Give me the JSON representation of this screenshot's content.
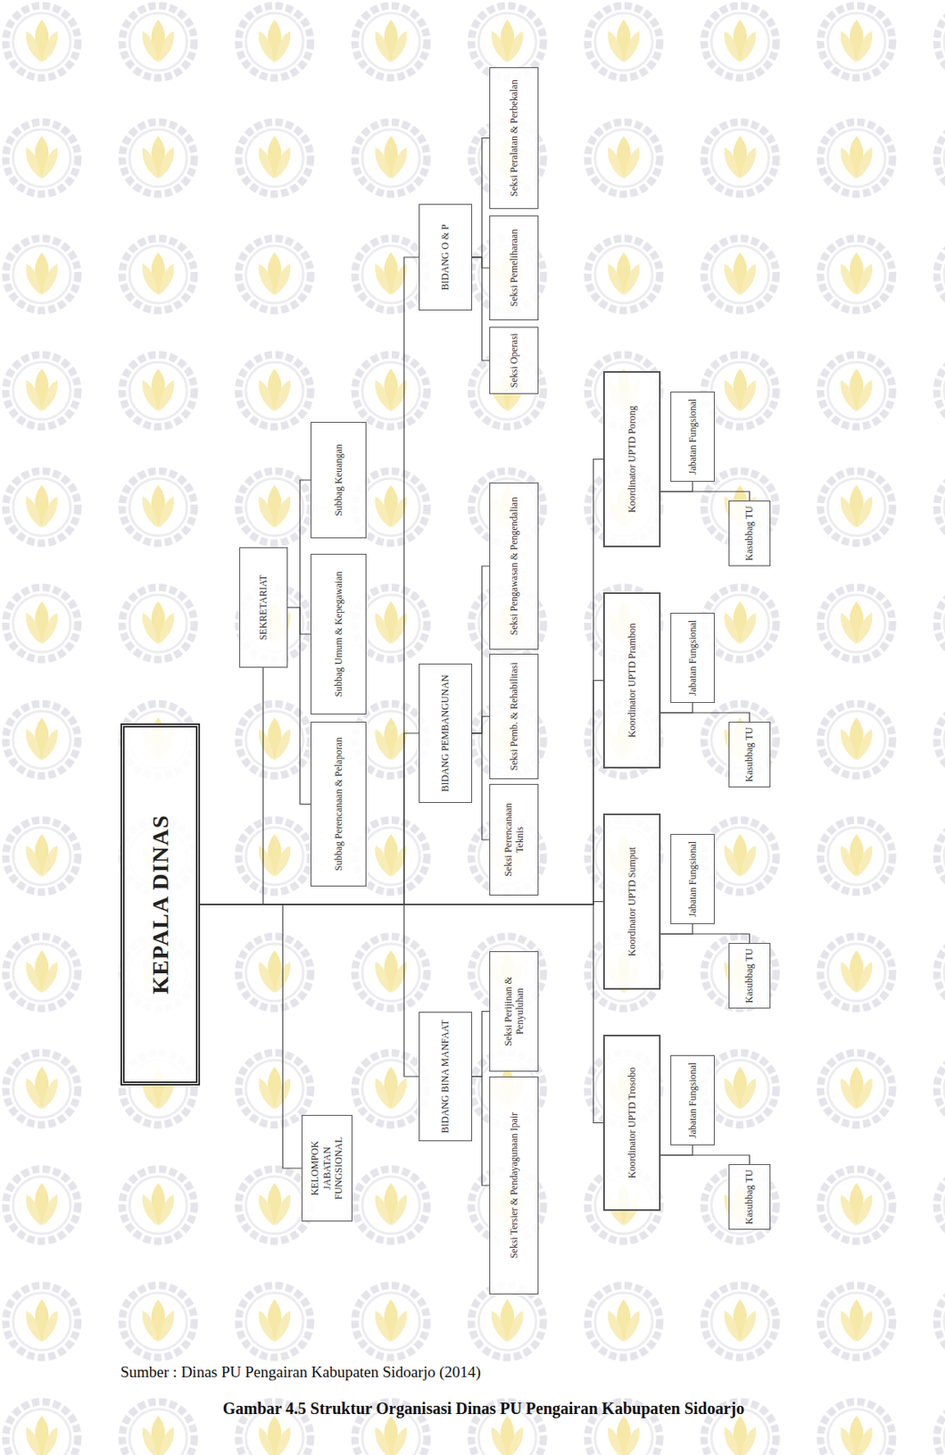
{
  "diagram": {
    "caption": "Gambar 4.5 Struktur Organisasi Dinas PU Pengairan Kabupaten Sidoarjo",
    "nodes": [
      {
        "text": [
          "KEPALA DINAS"
        ]
      },
      {
        "text": [
          "KELOMPOK JABATAN FUNGSIONAL"
        ]
      },
      {
        "text": [
          "SEKRETARIAT"
        ]
      },
      {
        "text": [
          "Subbag Perencanaan & Pelaporan"
        ]
      },
      {
        "text": [
          "Subbag Umum & Kepegawaian"
        ]
      },
      {
        "text": [
          "Subbag Keuangan"
        ]
      },
      {
        "text": [
          "BIDANG BINA MANFAAT"
        ]
      },
      {
        "text": [
          "Seksi Tersier & Pendayagunaan Ipair"
        ]
      },
      {
        "text": [
          "Seksi Perijinan & Penyuluhan"
        ]
      },
      {
        "text": [
          "BIDANG PEMBANGUNAN"
        ]
      },
      {
        "text": [
          "Seksi Perencanaan Teknis"
        ]
      },
      {
        "text": [
          "Seksi Pemb. & Rehabilitasi"
        ]
      },
      {
        "text": [
          "Seksi Pengawasan & Pengendalian"
        ]
      },
      {
        "text": [
          "BIDANG O & P"
        ]
      },
      {
        "text": [
          "Seksi Operasi"
        ]
      },
      {
        "text": [
          "Seksi Pemeliharaan"
        ]
      },
      {
        "text": [
          "Seksi Peralatan & Perbekalan"
        ]
      },
      {
        "text": [
          "Koordinator UPTD Trosobo"
        ]
      },
      {
        "text": [
          "Jabatan Fungsional"
        ]
      },
      {
        "text": [
          "Kasubbag TU"
        ]
      },
      {
        "text": [
          "Koordinator UPTD Sumput"
        ]
      },
      {
        "text": [
          "Jabatan Fungsional"
        ]
      },
      {
        "text": [
          "Kasubbag TU"
        ]
      },
      {
        "text": [
          "Koordinator UPTD Prambon"
        ]
      },
      {
        "text": [
          "Jabatan Fungsional"
        ]
      },
      {
        "text": [
          "Kasubbag TU"
        ]
      },
      {
        "text": [
          "Koordinator UPTD Porong"
        ]
      },
      {
        "text": [
          "Jabatan Fungsional"
        ]
      },
      {
        "text": [
          "Kasubbag TU"
        ]
      }
    ],
    "edges": [
      {
        "from": 0,
        "to": 1,
        "arrow": "none"
      },
      {
        "from": 0,
        "to": 2,
        "arrow": "none"
      },
      {
        "from": 2,
        "to": 3,
        "arrow": "none"
      },
      {
        "from": 2,
        "to": 4,
        "arrow": "none"
      },
      {
        "from": 2,
        "to": 5,
        "arrow": "none"
      },
      {
        "from": 0,
        "to": 6,
        "arrow": "none"
      },
      {
        "from": 6,
        "to": 7,
        "arrow": "none"
      },
      {
        "from": 6,
        "to": 8,
        "arrow": "none"
      },
      {
        "from": 0,
        "to": 9,
        "arrow": "none"
      },
      {
        "from": 9,
        "to": 10,
        "arrow": "none"
      },
      {
        "from": 9,
        "to": 11,
        "arrow": "none"
      },
      {
        "from": 9,
        "to": 12,
        "arrow": "none"
      },
      {
        "from": 0,
        "to": 13,
        "arrow": "none"
      },
      {
        "from": 13,
        "to": 14,
        "arrow": "none"
      },
      {
        "from": 13,
        "to": 15,
        "arrow": "none"
      },
      {
        "from": 13,
        "to": 16,
        "arrow": "none"
      },
      {
        "from": 0,
        "to": 17,
        "arrow": "none"
      },
      {
        "from": 17,
        "to": 18,
        "arrow": "none"
      },
      {
        "from": 17,
        "to": 19,
        "arrow": "none"
      },
      {
        "from": 0,
        "to": 20,
        "arrow": "none"
      },
      {
        "from": 20,
        "to": 21,
        "arrow": "none"
      },
      {
        "from": 20,
        "to": 22,
        "arrow": "none"
      },
      {
        "from": 0,
        "to": 23,
        "arrow": "none"
      },
      {
        "from": 23,
        "to": 24,
        "arrow": "none"
      },
      {
        "from": 23,
        "to": 25,
        "arrow": "none"
      },
      {
        "from": 0,
        "to": 26,
        "arrow": "none"
      },
      {
        "from": 26,
        "to": 27,
        "arrow": "none"
      },
      {
        "from": 26,
        "to": 28,
        "arrow": "none"
      }
    ],
    "labels": [
      "Sumber : Dinas PU Pengairan Kabupaten Sidoarjo (2014)"
    ]
  }
}
